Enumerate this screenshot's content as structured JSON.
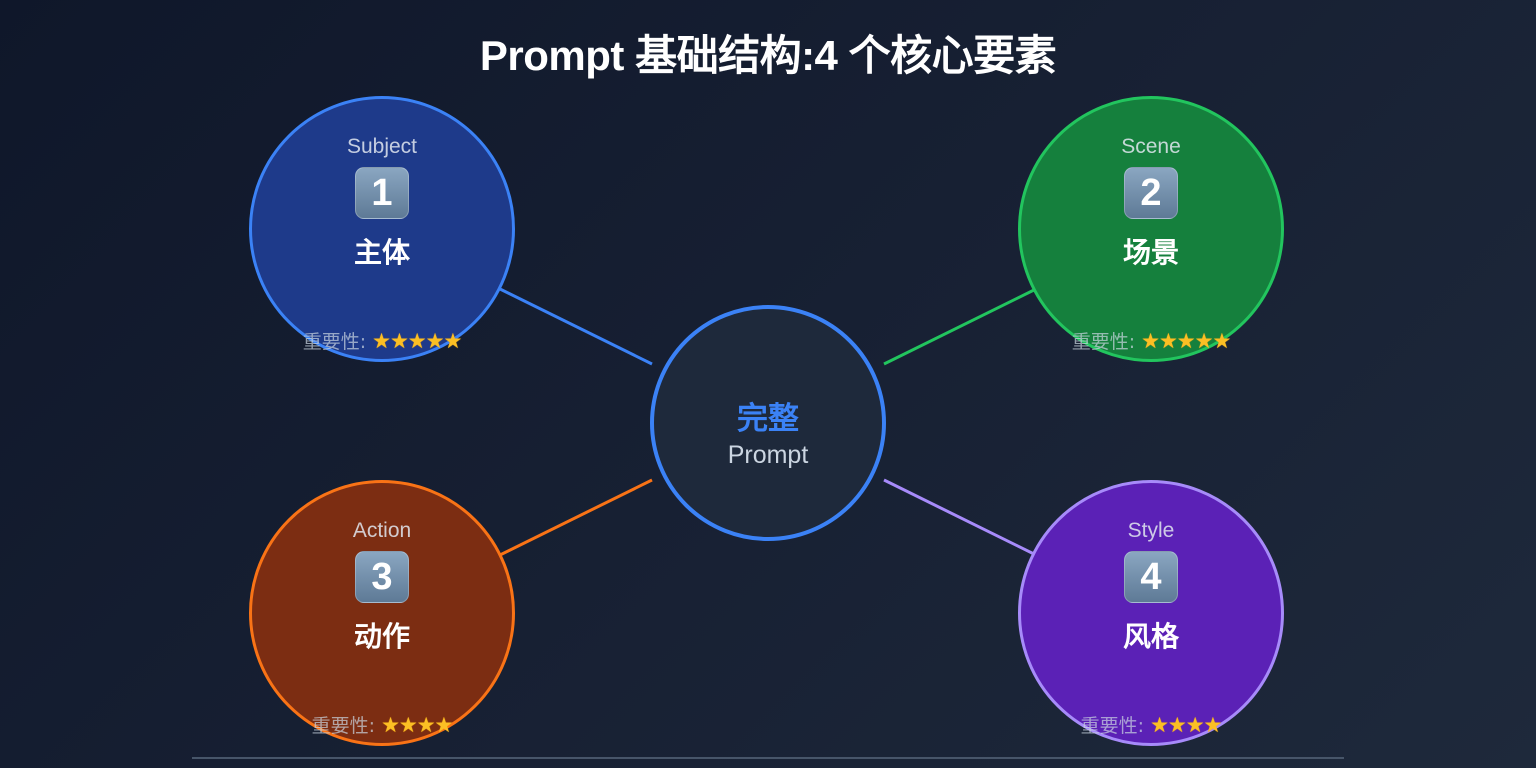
{
  "title": "Prompt 基础结构:4 个核心要素",
  "center": {
    "label_zh": "完整",
    "label_en": "Prompt",
    "fill": "#1e293b",
    "border": "#3b82f6"
  },
  "nodes": [
    {
      "label_en": "Subject",
      "number": "1",
      "number_icon": "keycap-1-icon",
      "label_zh": "主体",
      "importance_label": "重要性:",
      "stars": "★★★★★",
      "star_count": 5,
      "fill": "#1e3a8a",
      "border": "#3b82f6"
    },
    {
      "label_en": "Scene",
      "number": "2",
      "number_icon": "keycap-2-icon",
      "label_zh": "场景",
      "importance_label": "重要性:",
      "stars": "★★★★★",
      "star_count": 5,
      "fill": "#15803d",
      "border": "#22c55e"
    },
    {
      "label_en": "Action",
      "number": "3",
      "number_icon": "keycap-3-icon",
      "label_zh": "动作",
      "importance_label": "重要性:",
      "stars": "★★★★",
      "star_count": 4,
      "fill": "#7c2d12",
      "border": "#f97316"
    },
    {
      "label_en": "Style",
      "number": "4",
      "number_icon": "keycap-4-icon",
      "label_zh": "风格",
      "importance_label": "重要性:",
      "stars": "★★★★",
      "star_count": 4,
      "fill": "#5b21b6",
      "border": "#a78bfa"
    }
  ],
  "connectors": [
    {
      "from": "Subject",
      "to": "center",
      "color": "#3b82f6"
    },
    {
      "from": "Scene",
      "to": "center",
      "color": "#22c55e"
    },
    {
      "from": "Action",
      "to": "center",
      "color": "#f97316"
    },
    {
      "from": "Style",
      "to": "center",
      "color": "#a78bfa"
    }
  ]
}
